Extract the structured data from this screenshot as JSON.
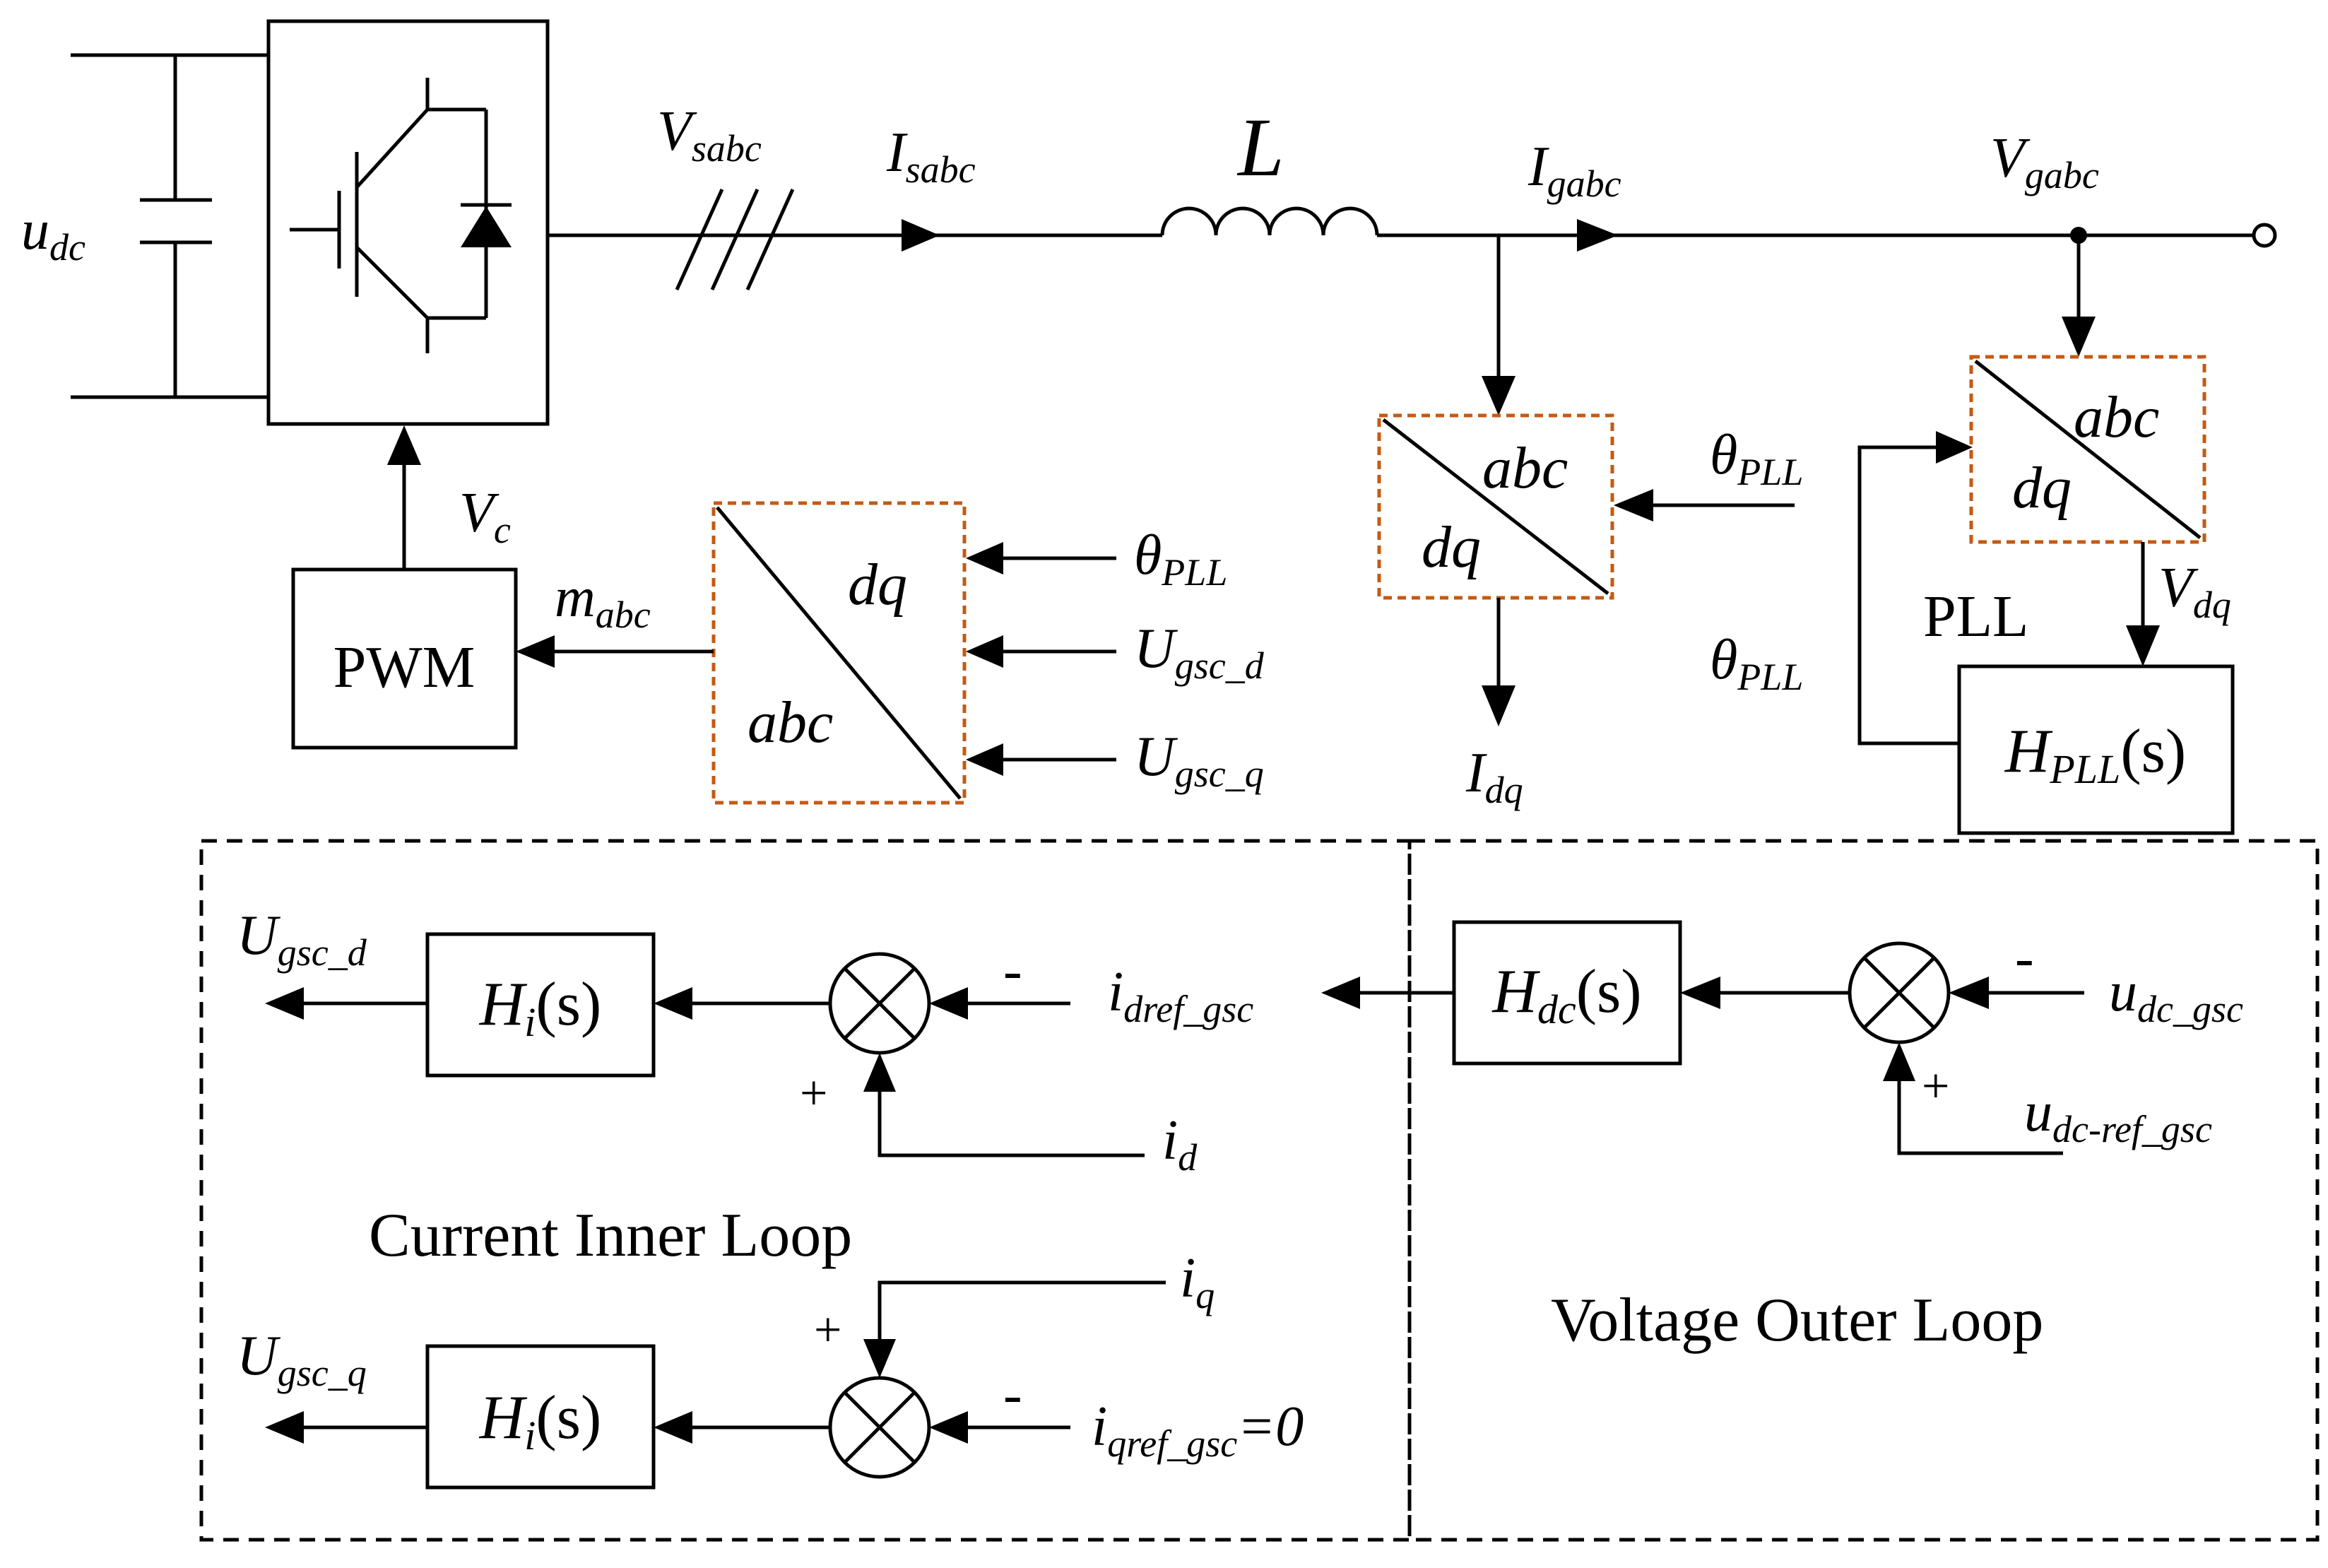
{
  "labels": {
    "udc": {
      "main": "u",
      "sub": "dc"
    },
    "vsabc": {
      "main": "V",
      "sub": "sabc"
    },
    "isabc": {
      "main": "I",
      "sub": "sabc"
    },
    "inductor": "L",
    "igabc": {
      "main": "I",
      "sub": "gabc"
    },
    "vgabc": {
      "main": "V",
      "sub": "gabc"
    },
    "vc": {
      "main": "V",
      "sub": "c"
    },
    "mabc": {
      "main": "m",
      "sub": "abc"
    },
    "theta_pll_mod": {
      "main": "θ",
      "sub": "PLL"
    },
    "ugscd_in": {
      "main": "U",
      "sub": "gsc_d"
    },
    "ugscq_in": {
      "main": "U",
      "sub": "gsc_q"
    },
    "theta_pll_cur": {
      "main": "θ",
      "sub": "PLL"
    },
    "idq": {
      "main": "I",
      "sub": "dq"
    },
    "theta_pll_fb": {
      "main": "θ",
      "sub": "PLL"
    },
    "vdq": {
      "main": "V",
      "sub": "dq"
    },
    "pll": "PLL",
    "ugscd_out": {
      "main": "U",
      "sub": "gsc_d"
    },
    "ugscq_out": {
      "main": "U",
      "sub": "gsc_q"
    },
    "idref": {
      "main": "i",
      "sub": "dref_gsc"
    },
    "id": {
      "main": "i",
      "sub": "d"
    },
    "iq": {
      "main": "i",
      "sub": "q"
    },
    "iqref": {
      "main": "i",
      "sub": "qref_gsc",
      "suffix": "=0"
    },
    "udcgsc": {
      "main": "u",
      "sub": "dc_gsc"
    },
    "udcref": {
      "main": "u",
      "sub": "dc-ref_gsc"
    }
  },
  "blocks": {
    "pwm": "PWM",
    "hpll": {
      "main": "H",
      "sub": "PLL",
      "arg": "(s)"
    },
    "hi_d": {
      "main": "H",
      "sub": "i",
      "arg": "(s)"
    },
    "hi_q": {
      "main": "H",
      "sub": "i",
      "arg": "(s)"
    },
    "hdc": {
      "main": "H",
      "sub": "dc",
      "arg": "(s)"
    }
  },
  "transforms": {
    "modulation": {
      "top": "dq",
      "bottom": "abc"
    },
    "current": {
      "top": "abc",
      "bottom": "dq"
    },
    "pll": {
      "top": "abc",
      "bottom": "dq"
    }
  },
  "signs": {
    "sum_d_minus": "-",
    "sum_d_plus": "+",
    "sum_q_plus": "+",
    "sum_q_minus": "-",
    "sum_v_minus": "-",
    "sum_v_plus": "+"
  },
  "regions": {
    "inner": "Current Inner Loop",
    "outer": "Voltage Outer Loop"
  },
  "colors": {
    "transform_border": "#c55a11",
    "line": "#000000"
  }
}
